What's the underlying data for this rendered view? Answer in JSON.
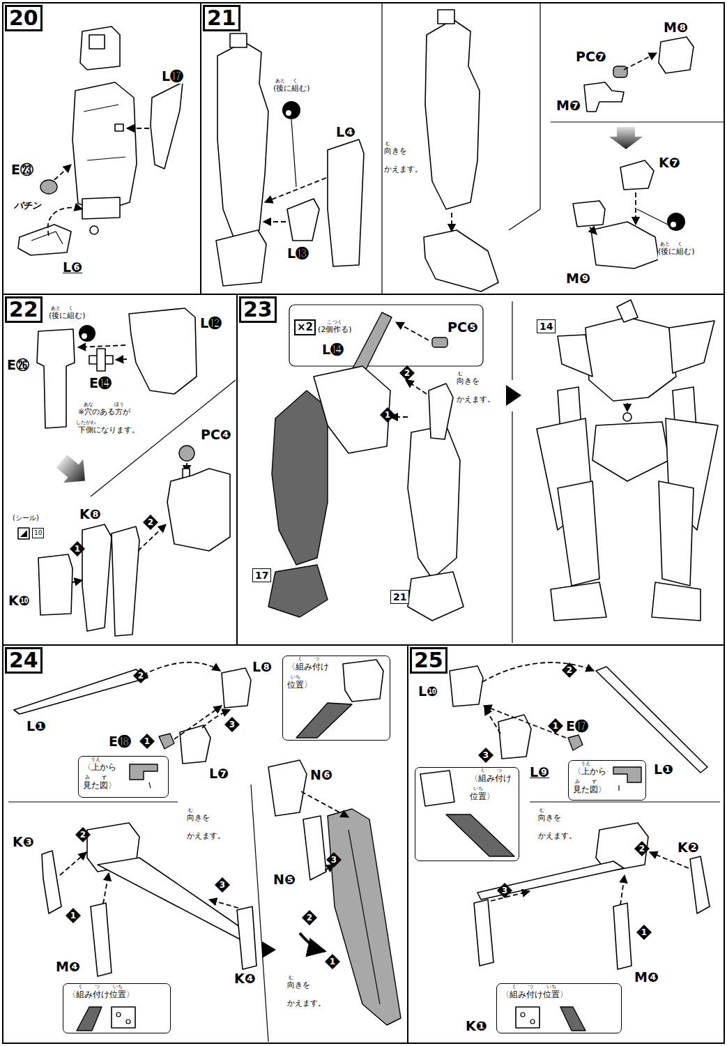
{
  "diagram": {
    "nodes": [
      {
        "text": [
          "20"
        ]
      },
      {
        "text": [
          "21"
        ]
      },
      {
        "text": [
          "22"
        ]
      },
      {
        "text": [
          "10"
        ]
      },
      {
        "text": [
          "1"
        ]
      },
      {
        "text": [
          "2"
        ]
      },
      {
        "text": [
          "23"
        ]
      },
      {
        "text": [
          "×2"
        ]
      },
      {
        "text": [
          "2"
        ]
      },
      {
        "text": [
          "1"
        ]
      },
      {
        "text": [
          "17"
        ]
      },
      {
        "text": [
          "21"
        ]
      },
      {
        "text": [
          "14"
        ]
      },
      {
        "text": [
          "24"
        ]
      },
      {
        "text": [
          "2"
        ]
      },
      {
        "text": [
          "1"
        ]
      },
      {
        "text": [
          "〈上から 見た図〉"
        ]
      },
      {
        "text": [
          "3"
        ]
      },
      {
        "text": [
          "〈組み付け 位置〉"
        ]
      },
      {
        "text": [
          "2"
        ]
      },
      {
        "text": [
          "1"
        ]
      },
      {
        "text": [
          "3"
        ]
      },
      {
        "text": [
          "〈組み付け位置〉"
        ]
      },
      {
        "text": [
          "3"
        ]
      },
      {
        "text": [
          "2"
        ]
      },
      {
        "text": [
          "1"
        ]
      },
      {
        "text": [
          "25"
        ]
      },
      {
        "text": [
          "2"
        ]
      },
      {
        "text": [
          "1"
        ]
      },
      {
        "text": [
          "3"
        ]
      },
      {
        "text": [
          "〈上から 見た図〉"
        ]
      },
      {
        "text": [
          "〈組み付け 位置〉"
        ]
      },
      {
        "text": [
          "2"
        ]
      },
      {
        "text": [
          "3"
        ]
      },
      {
        "text": [
          "1"
        ]
      },
      {
        "text": [
          "〈組み付け位置〉"
        ]
      }
    ],
    "labels": [
      "L⓱",
      "E㉓",
      "パチン",
      "L❻",
      "(後に組む)",
      "あと",
      "く",
      "L❹",
      "L⓭",
      "向きを かえます。",
      "む",
      "PC❼",
      "M❽",
      "M❼",
      "K❼",
      "(後に組む)",
      "あと",
      "く",
      "M❾",
      "(後に組む)",
      "あと",
      "く",
      "L⓬",
      "E㉖",
      "E⓮",
      "※穴のある方が 下側になります。",
      "あな",
      "ほう",
      "したがわ",
      "PC❹",
      "(シール)",
      "K❽",
      "K❿",
      "(2個作る)",
      "こ",
      "つく",
      "L⓮",
      "PC❺",
      "向きを かえます。",
      "む",
      "L❶",
      "L❽",
      "E⓲",
      "L❼",
      "向きを かえます。",
      "む",
      "K❸",
      "M❹",
      "K❹",
      "N❻",
      "N❺",
      "向きを かえます。",
      "む",
      "L❿",
      "E⓱",
      "L❶",
      "L❾",
      "向きを かえます。",
      "む",
      "K❷",
      "M❹",
      "K❶",
      "うえ",
      "み",
      "ず",
      "く",
      "つ",
      "いち",
      "く",
      "つ",
      "いち",
      "うえ",
      "み",
      "ず",
      "く",
      "つ",
      "いち",
      "く",
      "つ",
      "いち"
    ]
  }
}
